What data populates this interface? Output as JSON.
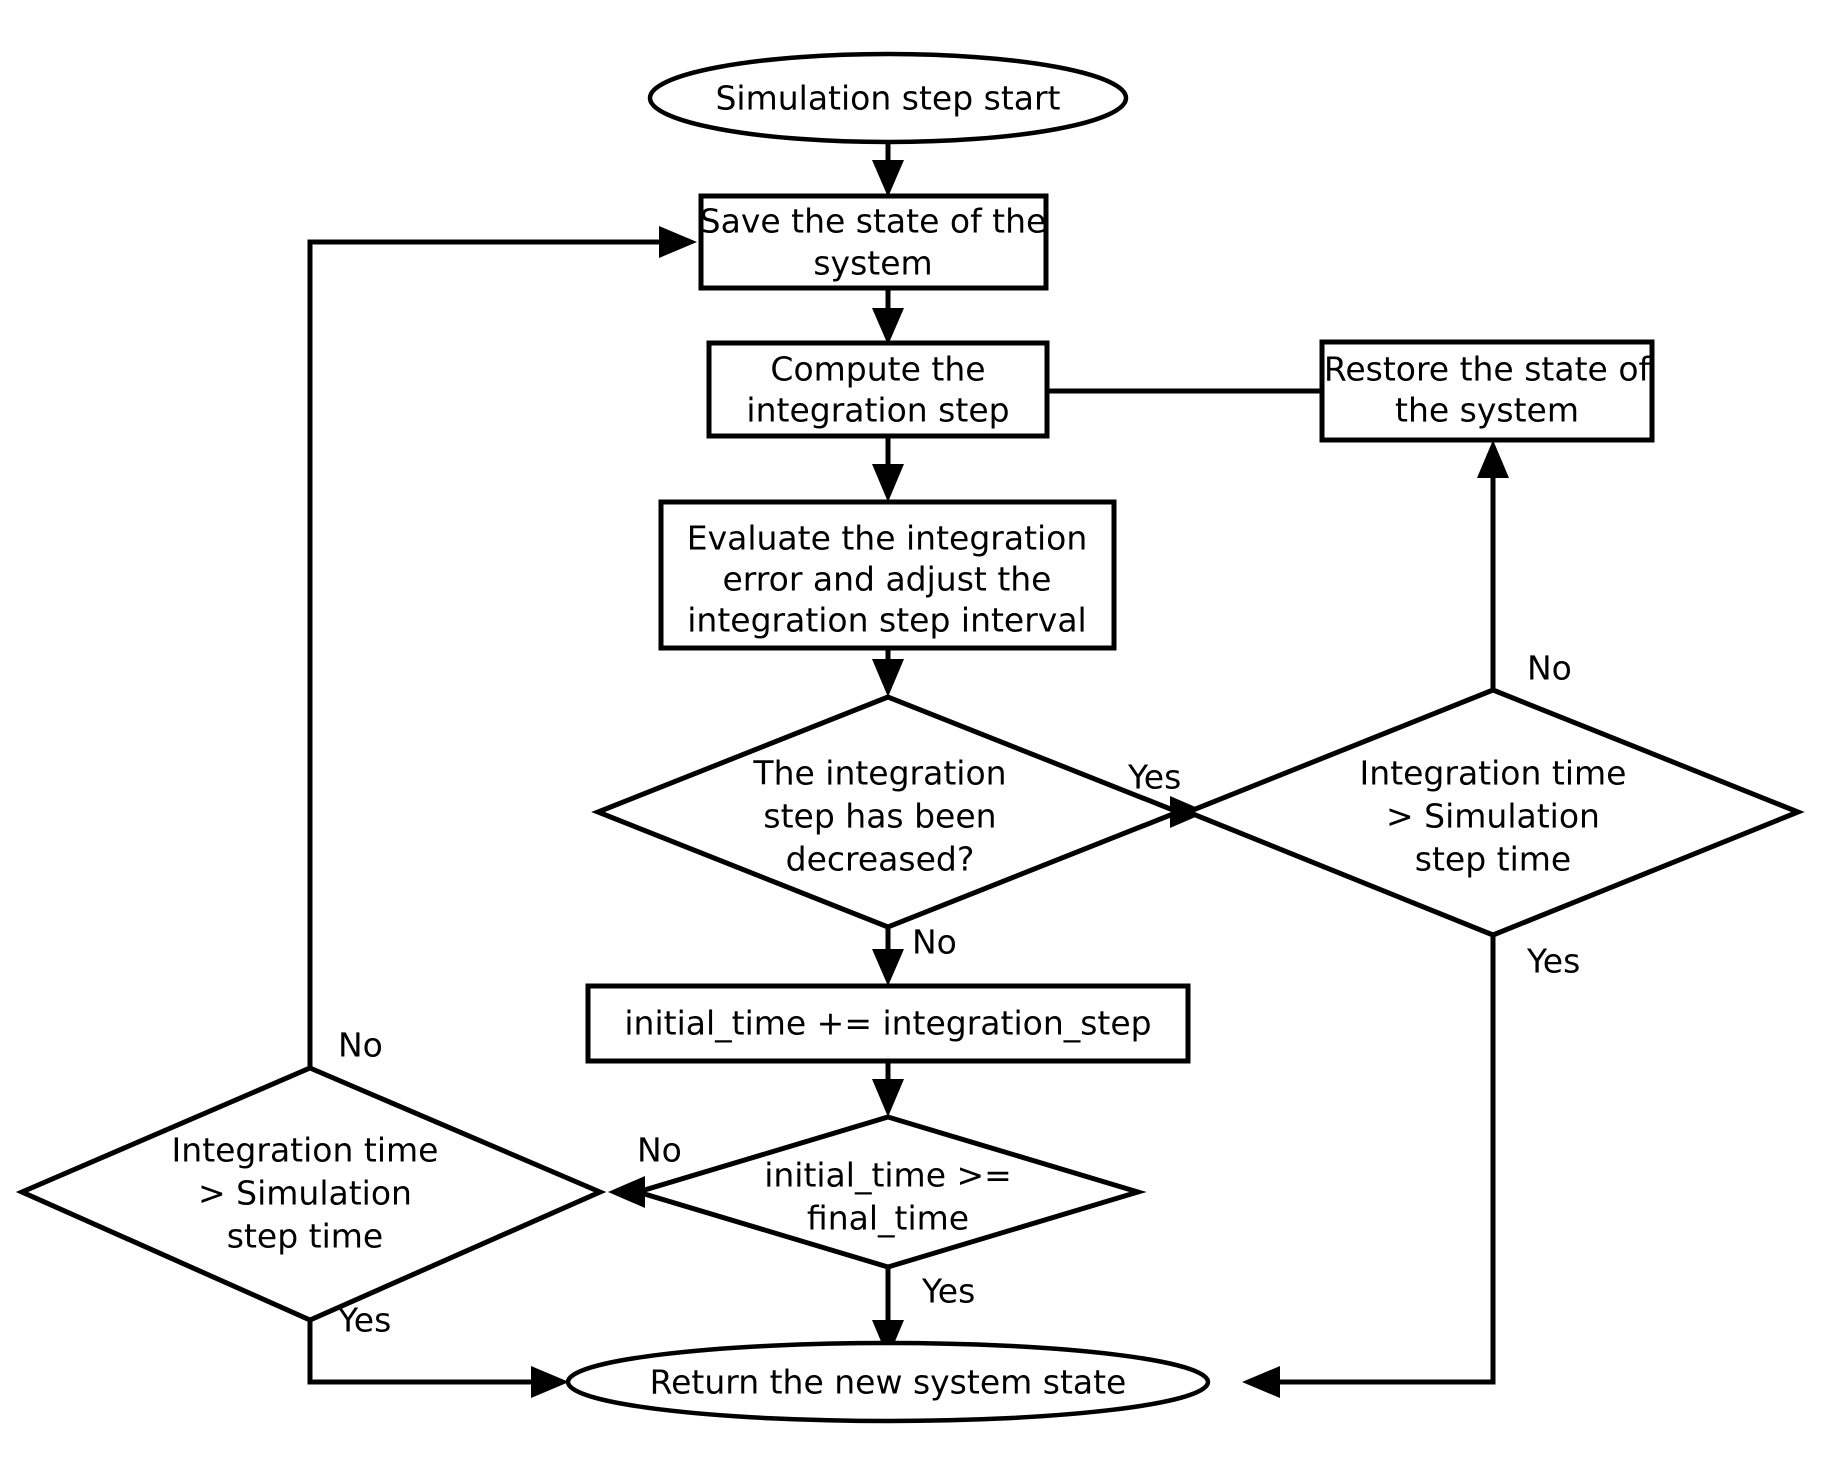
{
  "diagram": {
    "title": "Simulation step integration flowchart",
    "background": "#ffffff",
    "stroke_color": "#000000",
    "nodes": {
      "start": {
        "type": "terminator",
        "label": "Simulation step start"
      },
      "save_state": {
        "type": "process",
        "line1": "Save the state of the",
        "line2": "system"
      },
      "compute_step": {
        "type": "process",
        "line1": "Compute the",
        "line2": "integration step"
      },
      "restore_state": {
        "type": "process",
        "line1": "Restore the state of",
        "line2": "the system"
      },
      "evaluate_error": {
        "type": "process",
        "line1": "Evaluate the integration",
        "line2": "error and adjust the",
        "line3": "integration step interval"
      },
      "decreased_decision": {
        "type": "decision",
        "line1": "The integration",
        "line2": "step has been",
        "line3": "decreased?"
      },
      "int_time_right": {
        "type": "decision",
        "line1": "Integration time",
        "line2": "> Simulation",
        "line3": "step time"
      },
      "advance_time": {
        "type": "process",
        "label": "initial_time += integration_step"
      },
      "final_time_decision": {
        "type": "decision",
        "line1": "initial_time >=",
        "line2": "final_time"
      },
      "int_time_left": {
        "type": "decision",
        "line1": "Integration time",
        "line2": "> Simulation",
        "line3": "step time"
      },
      "end": {
        "type": "terminator",
        "label": "Return the new system state"
      }
    },
    "edge_labels": {
      "decreased_yes": "Yes",
      "decreased_no": "No",
      "int_time_right_no": "No",
      "int_time_right_yes": "Yes",
      "final_time_no": "No",
      "final_time_yes": "Yes",
      "int_time_left_no": "No",
      "int_time_left_yes": "Yes"
    },
    "edges": [
      {
        "from": "start",
        "to": "save_state",
        "label": ""
      },
      {
        "from": "save_state",
        "to": "compute_step",
        "label": ""
      },
      {
        "from": "compute_step",
        "to": "evaluate_error",
        "label": ""
      },
      {
        "from": "evaluate_error",
        "to": "decreased_decision",
        "label": ""
      },
      {
        "from": "decreased_decision",
        "to": "int_time_right",
        "label": "Yes"
      },
      {
        "from": "decreased_decision",
        "to": "advance_time",
        "label": "No"
      },
      {
        "from": "int_time_right",
        "to": "restore_state",
        "label": "No"
      },
      {
        "from": "restore_state",
        "to": "compute_step",
        "label": ""
      },
      {
        "from": "int_time_right",
        "to": "end",
        "label": "Yes"
      },
      {
        "from": "advance_time",
        "to": "final_time_decision",
        "label": ""
      },
      {
        "from": "final_time_decision",
        "to": "int_time_left",
        "label": "No"
      },
      {
        "from": "final_time_decision",
        "to": "end",
        "label": "Yes"
      },
      {
        "from": "int_time_left",
        "to": "save_state",
        "label": "No"
      },
      {
        "from": "int_time_left",
        "to": "end",
        "label": "Yes"
      }
    ]
  }
}
